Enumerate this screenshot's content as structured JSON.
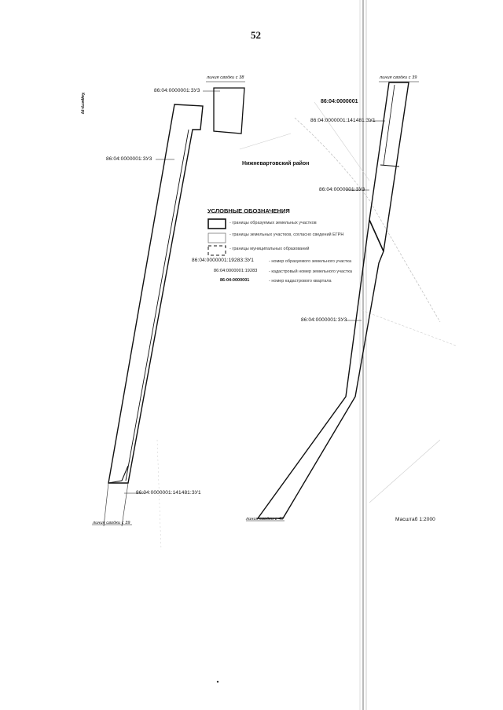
{
  "page_number": "52",
  "district_name": "Нижневартовский район",
  "scale": "Масштаб 1:2000",
  "match_lines": {
    "top_left": "линия сводки с 38",
    "top_right": "линия сводки с 39",
    "bottom_left": "линия сводки с 39",
    "bottom_center": "линия сводки с 40"
  },
  "parcels": {
    "zu3_top": "86:04:0000001:ЗУ3",
    "zu3_left": "86:04:0000001:ЗУ3",
    "quarter_bold": "86:04:0000001",
    "zu1_141481_top": "86:04:0000001:141481:ЗУ1",
    "zu3_right": "86:04:0000001:ЗУ3",
    "zu3_right_lower": "86:04:0000001:ЗУ3",
    "zu1_141481_bottom": "86:04:0000001:141481:ЗУ1"
  },
  "legend": {
    "title": "УСЛОВНЫЕ ОБОЗНАЧЕНИЯ",
    "items": [
      {
        "symbol": "thick-box",
        "text": "- границы образуемых земельных участков"
      },
      {
        "symbol": "thin-box",
        "text": "- границы земельных участков, согласно сведений ЕГРН"
      },
      {
        "symbol": "dash-box",
        "text": "- границы муниципальных образований"
      }
    ],
    "codes": [
      {
        "code": "86:04:0000001:19283:ЗУ1",
        "text": "- номер образуемого земельного участка"
      },
      {
        "code": "86:04:0000001:19283",
        "text": "- кадастровый номер земельного участка"
      },
      {
        "code": "86:04:0000001",
        "text": "- номер кадастрового квартала"
      }
    ]
  },
  "side_mark": "Кадастр.ру"
}
